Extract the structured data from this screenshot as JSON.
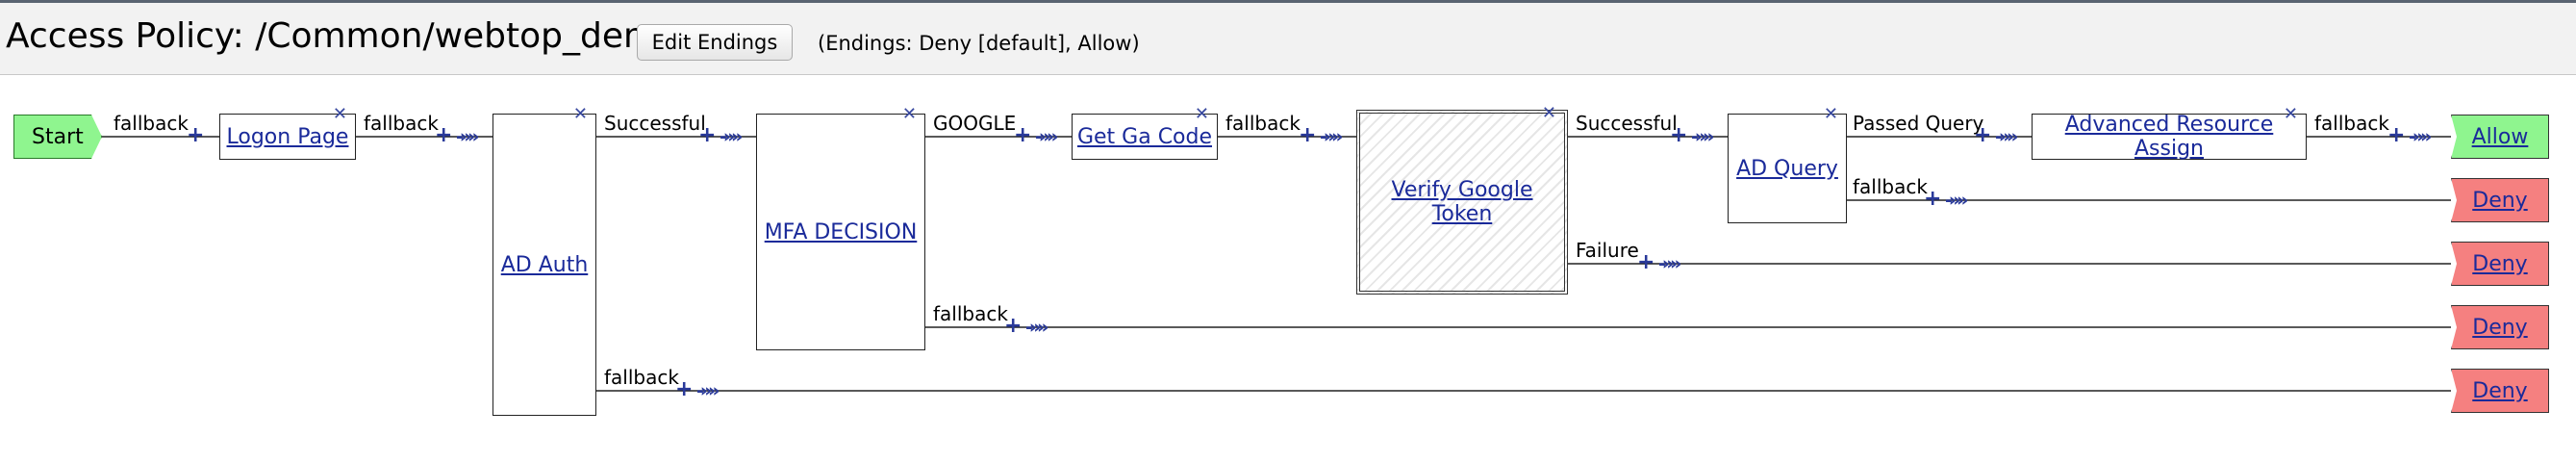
{
  "header": {
    "title": "Access Policy: /Common/webtop_demo",
    "edit_button": "Edit Endings",
    "endings_text": "(Endings: Deny [default], Allow)"
  },
  "flow": {
    "start": "Start",
    "nodes": {
      "logon_page": "Logon Page",
      "ad_auth": "AD Auth",
      "mfa_decision": "MFA DECISION",
      "get_ga_code": "Get Ga Code",
      "verify_google_token": "Verify Google Token",
      "ad_query": "AD Query",
      "advanced_resource_assign": "Advanced Resource Assign"
    },
    "branches": {
      "start_fallback": "fallback",
      "logon_fallback": "fallback",
      "ad_auth_successful": "Successful",
      "ad_auth_fallback": "fallback",
      "mfa_google": "GOOGLE",
      "mfa_fallback": "fallback",
      "get_ga_fallback": "fallback",
      "verify_successful": "Successful",
      "verify_failure": "Failure",
      "ad_query_passed": "Passed Query",
      "ad_query_fallback": "fallback",
      "ara_fallback": "fallback"
    },
    "endings": {
      "allow": "Allow",
      "deny_1": "Deny",
      "deny_2": "Deny",
      "deny_3": "Deny",
      "deny_4": "Deny"
    }
  },
  "colors": {
    "allow": "#8ff58f",
    "deny": "#f58080",
    "start": "#8ff58f",
    "link": "#1a2a9a"
  },
  "icons": {
    "remove": "close-icon",
    "add": "plus-icon",
    "connector": "double-chevron-icon"
  }
}
